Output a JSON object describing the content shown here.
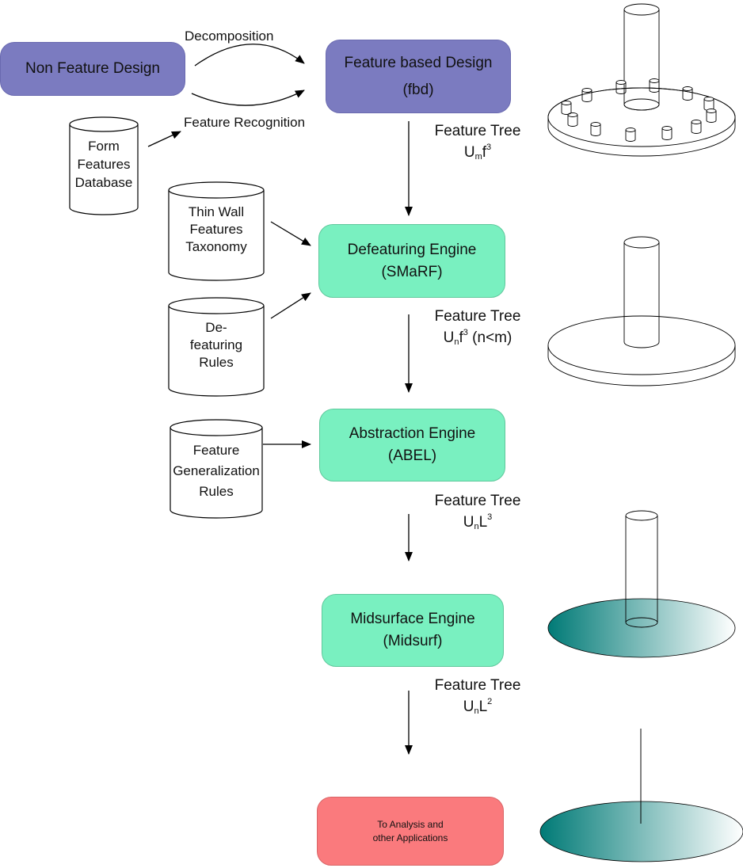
{
  "boxes": {
    "non_feature": "Non Feature Design",
    "fbd_line1": "Feature based Design",
    "fbd_line2": "(fbd)",
    "defeat_line1": "Defeaturing Engine",
    "defeat_line2": "(SMaRF)",
    "abstraction_line1": "Abstraction Engine",
    "abstraction_line2": "(ABEL)",
    "midsurface_line1": "Midsurface Engine",
    "midsurface_line2": "(Midsurf)",
    "analysis_line1": "To Analysis and",
    "analysis_line2": "other Applications"
  },
  "databases": {
    "form_features": [
      "Form",
      "Features",
      "Database"
    ],
    "thin_wall": [
      "Thin Wall",
      "Features",
      "Taxonomy"
    ],
    "defeaturing_rules": [
      "De-",
      "featuring",
      "Rules"
    ],
    "generalization": [
      "Feature",
      "Generalization",
      "Rules"
    ]
  },
  "labels": {
    "decomposition": "Decomposition",
    "recognition": "Feature Recognition"
  },
  "feature_trees": [
    {
      "title": "Feature Tree",
      "base": "U",
      "sub": "m",
      "var": "f",
      "sup": "3",
      "suffix": ""
    },
    {
      "title": "Feature Tree",
      "base": "U",
      "sub": "n",
      "var": "f",
      "sup": "3",
      "suffix": " (n<m)"
    },
    {
      "title": "Feature Tree",
      "base": "U",
      "sub": "n",
      "var": "L",
      "sup": "3",
      "suffix": ""
    },
    {
      "title": "Feature Tree",
      "base": "U",
      "sub": "n",
      "var": "L",
      "sup": "2",
      "suffix": ""
    }
  ],
  "colors": {
    "purple": "#7b7bc0",
    "green": "#79f0c0",
    "red": "#fa7a7d",
    "teal_dark": "#007a76"
  }
}
